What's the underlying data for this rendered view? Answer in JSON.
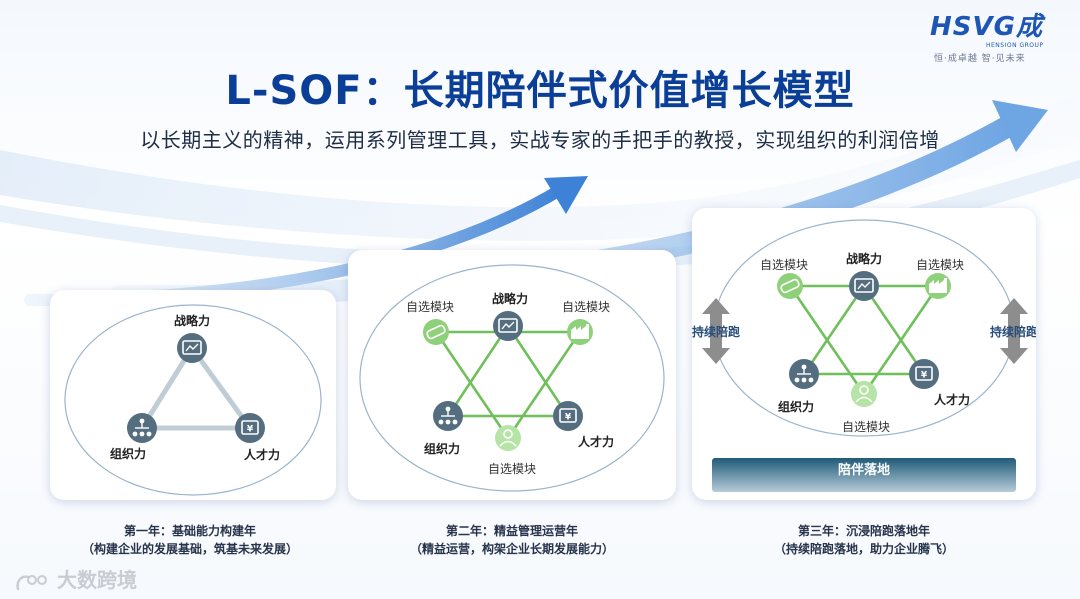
{
  "header": {
    "logo_text": "HSVG成",
    "logo_subtext": "HENSION GROUP",
    "logo_slogan": "恒·成卓越   智·见未来",
    "title": "L-SOF：长期陪伴式价值增长模型",
    "subtitle": "以长期主义的精神，运用系列管理工具，实战专家的手把手的教授，实现组织的利润倍增"
  },
  "stages": [
    {
      "nodes": {
        "strategy": "战略力",
        "organization": "组织力",
        "talent": "人才力"
      },
      "caption_line1": "第一年：基础能力构建年",
      "caption_line2": "（构建企业的发展基础，筑基未来发展）"
    },
    {
      "nodes": {
        "strategy": "战略力",
        "organization": "组织力",
        "talent": "人才力",
        "optional_left": "自选模块",
        "optional_right": "自选模块",
        "optional_bottom": "自选模块"
      },
      "caption_line1": "第二年：精益管理运营年",
      "caption_line2": "（精益运营，构架企业长期发展能力）"
    },
    {
      "nodes": {
        "strategy": "战略力",
        "organization": "组织力",
        "talent": "人才力",
        "optional_left": "自选模块",
        "optional_right": "自选模块",
        "optional_bottom": "自选模块"
      },
      "side_label_left": "持续陪跑",
      "side_label_right": "持续陪跑",
      "bar_label": "陪伴落地",
      "caption_line1": "第三年：沉浸陪跑落地年",
      "caption_line2": "（持续陪跑落地，助力企业腾飞）"
    }
  ],
  "watermark": "大数跨境",
  "colors": {
    "title": "#0b3f97",
    "node_dark": "#546e80",
    "node_green": "#8fd17a",
    "line_green": "#6fc05a",
    "line_gray": "#c0ccd6",
    "arrow": "#3d82d6",
    "bar": "#1f5a78"
  }
}
